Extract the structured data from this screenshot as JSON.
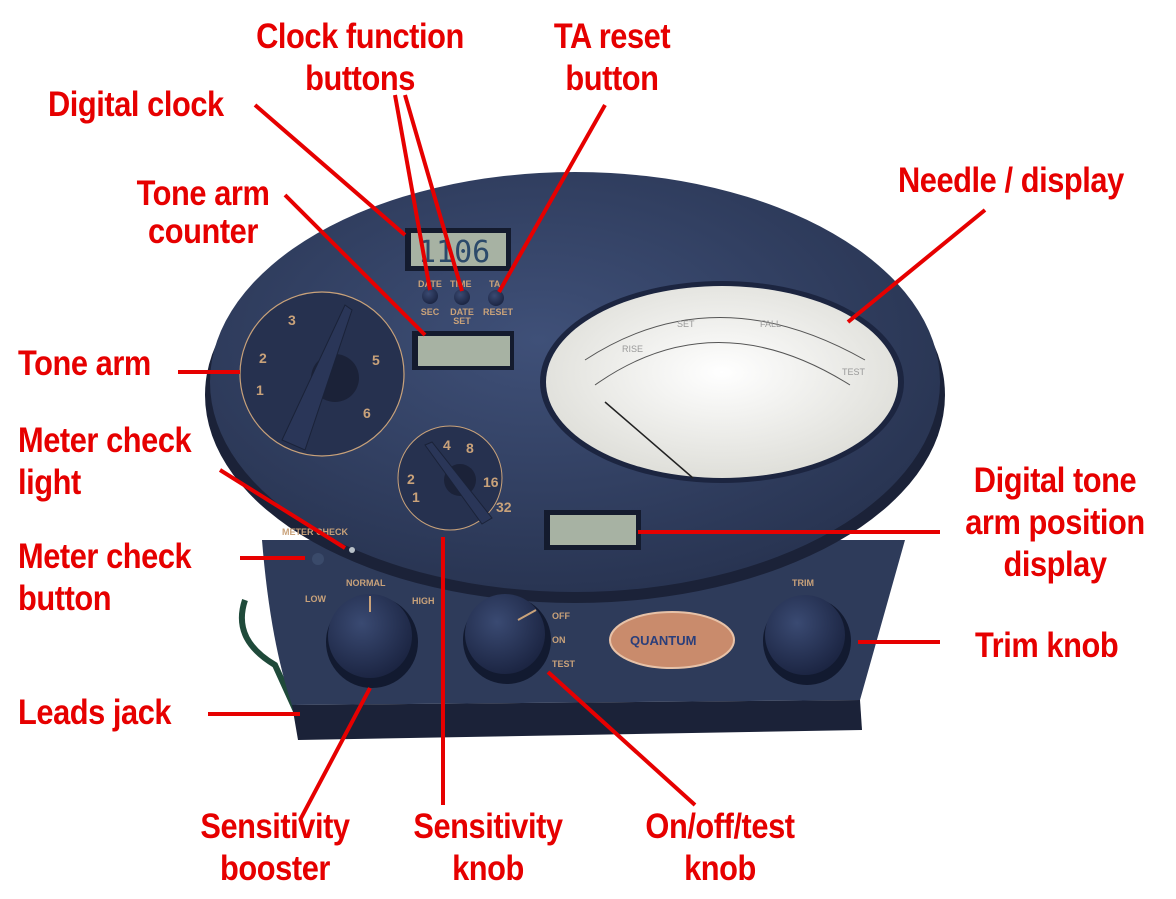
{
  "labels": {
    "clock_function_buttons": [
      "Clock function",
      "buttons"
    ],
    "ta_reset_button": [
      "TA reset",
      "button"
    ],
    "digital_clock": "Digital clock",
    "tone_arm_counter": [
      "Tone arm",
      "counter"
    ],
    "needle_display": "Needle / display",
    "tone_arm": "Tone arm",
    "meter_check_light": [
      "Meter check",
      "light"
    ],
    "meter_check_button": [
      "Meter check",
      "button"
    ],
    "digital_ta_display": [
      "Digital tone",
      "arm position",
      "display"
    ],
    "trim_knob": "Trim knob",
    "leads_jack": "Leads jack",
    "sensitivity_booster": [
      "Sensitivity",
      "booster"
    ],
    "sensitivity_knob": [
      "Sensitivity",
      "knob"
    ],
    "on_off_test_knob": [
      "On/off/test",
      "knob"
    ]
  },
  "device": {
    "clock_reading": "1106",
    "button_top_labels": [
      "DATE",
      "TIME",
      "TA"
    ],
    "button_bottom_labels": [
      "SEC",
      "DATE SET",
      "RESET"
    ],
    "scale_labels": [
      "RISE",
      "SET",
      "FALL",
      "TEST"
    ],
    "tone_arm_numbers": [
      "1",
      "2",
      "3",
      "5",
      "6"
    ],
    "sensitivity_numbers": [
      "1",
      "2",
      "4",
      "8",
      "16",
      "32"
    ],
    "meter_check_label": "METER CHECK",
    "booster_labels": [
      "LOW",
      "NORMAL",
      "HIGH"
    ],
    "power_labels": [
      "OFF",
      "ON",
      "TEST"
    ],
    "trim_label": "TRIM",
    "logo_text": "QUANTUM"
  },
  "colors": {
    "annotation": "#e60000",
    "body": "#2f3d5e",
    "dial_text": "#c9a27a"
  }
}
